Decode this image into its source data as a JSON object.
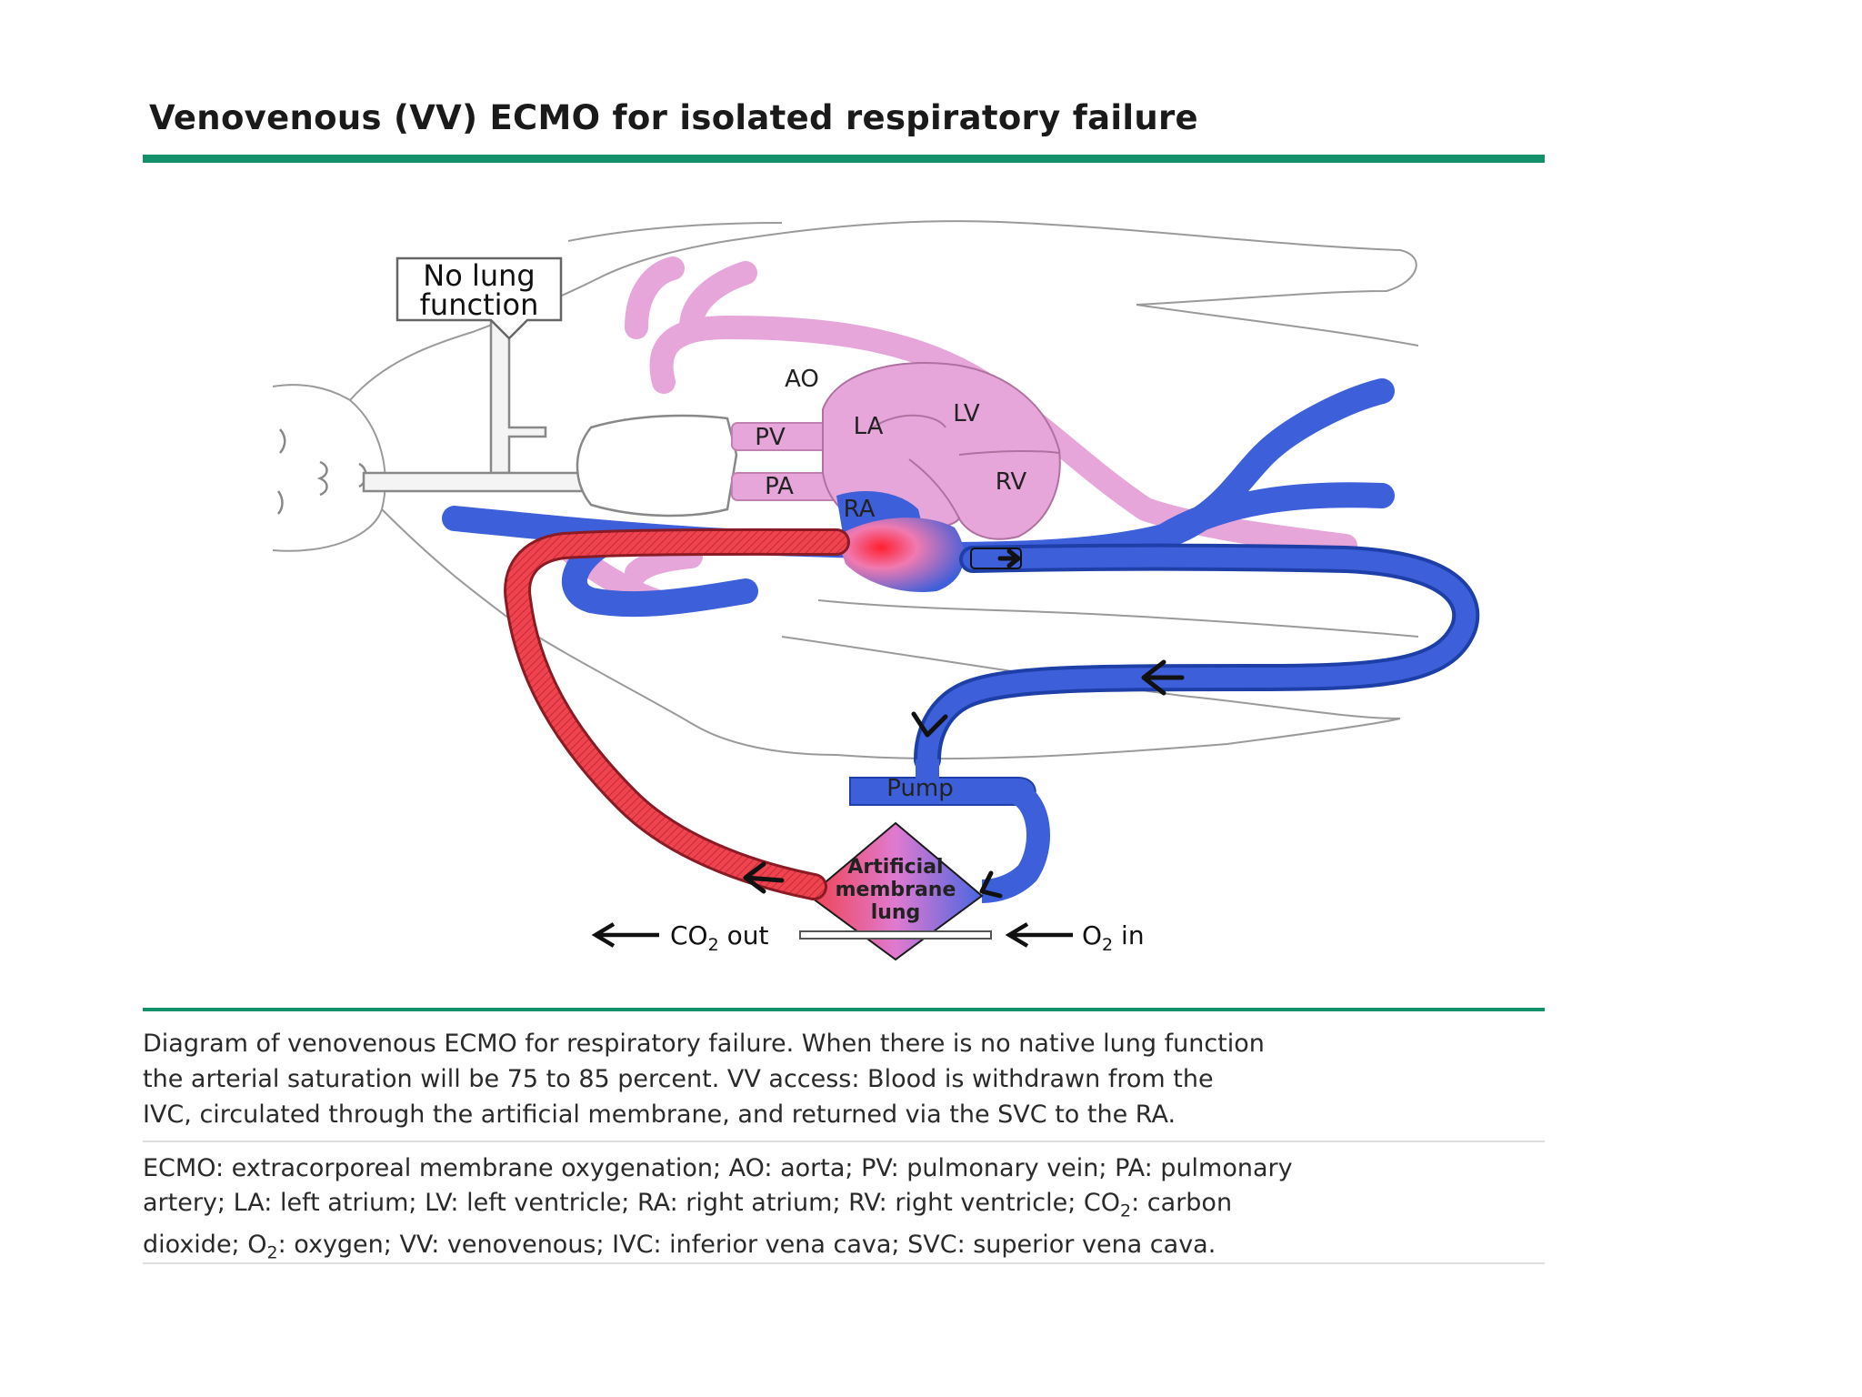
{
  "title": "Venovenous (VV) ECMO for isolated respiratory failure",
  "diagram": {
    "callout": {
      "line1": "No lung",
      "line2": "function"
    },
    "heart_labels": {
      "ao": "AO",
      "la": "LA",
      "lv": "LV",
      "pv": "PV",
      "pa": "PA",
      "rv": "RV",
      "ra": "RA"
    },
    "pump": "Pump",
    "oxygenator": {
      "line1": "Artificial",
      "line2": "membrane",
      "line3": "lung"
    },
    "co2_out": {
      "prefix": "CO",
      "sub": "2",
      "suffix": " out"
    },
    "o2_in": {
      "prefix": "O",
      "sub": "2",
      "suffix": " in"
    }
  },
  "caption": {
    "line1": "Diagram of venovenous ECMO for respiratory failure. When there is no native lung function",
    "line2": "the arterial saturation will be 75 to 85 percent. VV access: Blood is withdrawn from the",
    "line3": "IVC, circulated through the artificial membrane, and returned via the SVC to the RA."
  },
  "abbrev": {
    "line1": "ECMO: extracorporeal membrane oxygenation; AO: aorta; PV: pulmonary vein; PA: pulmonary",
    "line2a": "artery; LA: left atrium; LV: left ventricle; RA: right atrium; RV: right ventricle; CO",
    "line2sub": "2",
    "line2b": ": carbon",
    "line3a": "dioxide; O",
    "line3sub": "2",
    "line3b": ": oxygen; VV: venovenous; IVC: inferior vena cava; SVC: superior vena cava."
  },
  "colors": {
    "accent_rule": "#14906a",
    "vein_blue": "#3d5fd9",
    "artery_red": "#e8404a",
    "heart_pink": "#e6a6da"
  }
}
